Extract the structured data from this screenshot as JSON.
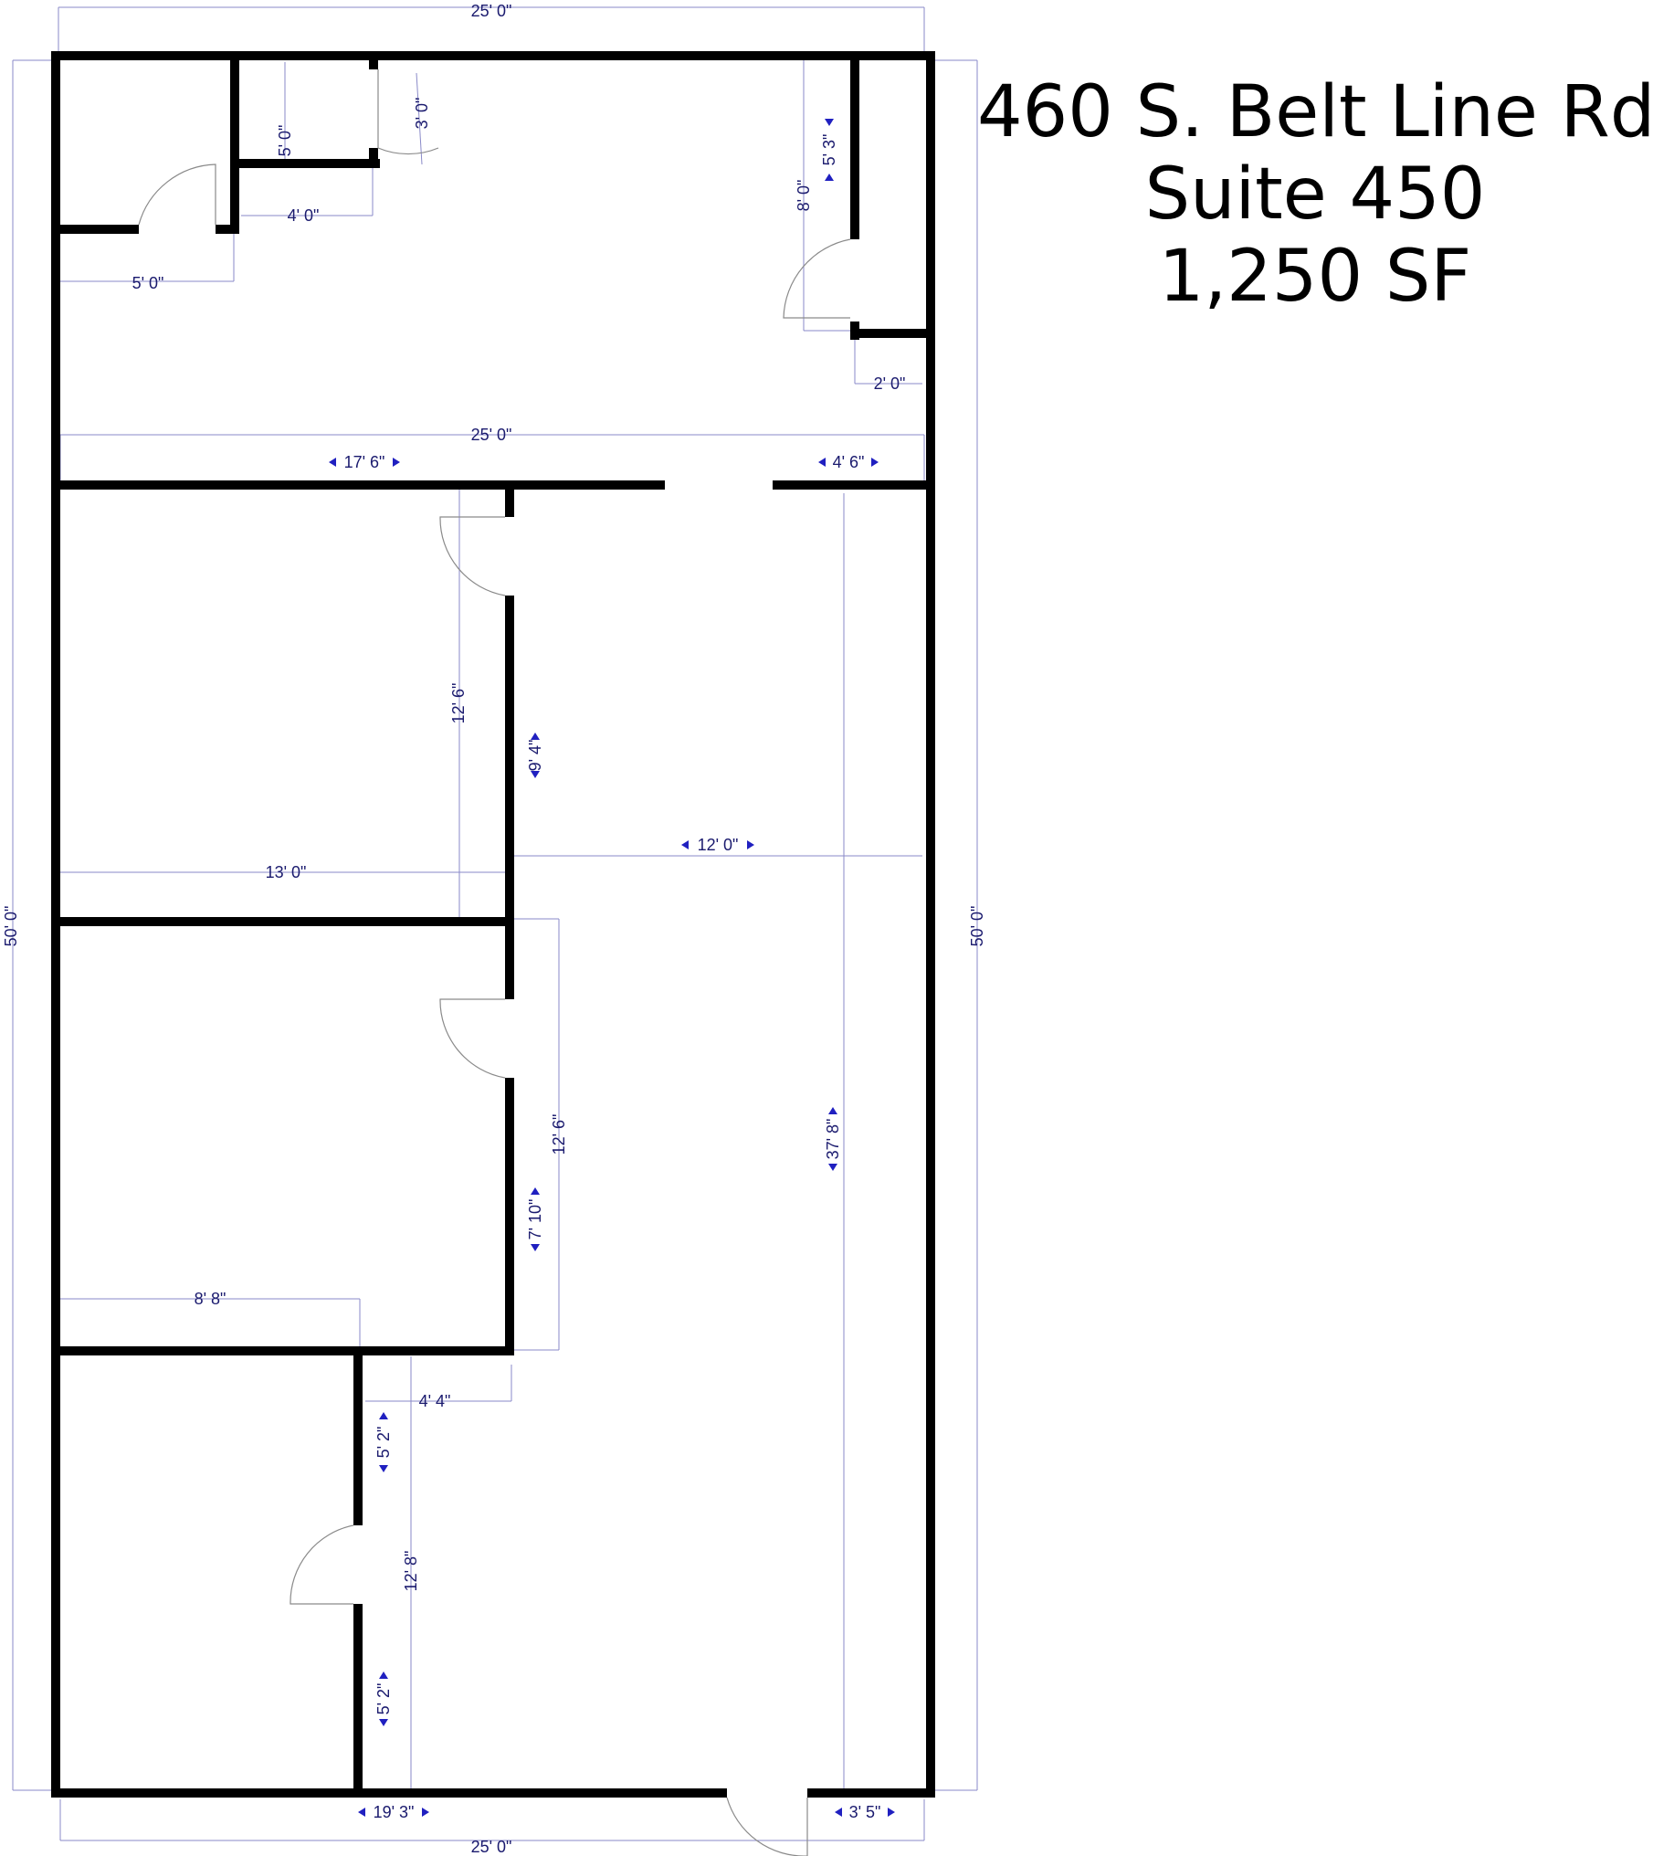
{
  "title": {
    "address": "460 S. Belt Line Rd",
    "suite": "Suite 450",
    "area": "1,250 SF"
  },
  "dimensions": {
    "top_width": "25' 0\"",
    "left_height": "50' 0\"",
    "right_height": "50' 0\"",
    "bottom_width": "25' 0\"",
    "storage_height": "5' 0\"",
    "storage_door": "3' 0\"",
    "storage_width": "4' 0\"",
    "closet_width": "5' 0\"",
    "right_closet_height": "8' 0\"",
    "right_closet_wall": "5' 3\"",
    "right_closet_width": "2' 0\"",
    "upper_room_width": "25' 0\"",
    "wall_left_run": "17' 6\"",
    "wall_right_run": "4' 6\"",
    "office1_height": "12' 6\"",
    "office1_wall": "9' 4\"",
    "office1_width": "13' 0\"",
    "open_width": "12' 0\"",
    "office2_height": "12' 6\"",
    "office2_wall": "7' 10\"",
    "office2_width": "8' 8\"",
    "corridor_length": "37' 8\"",
    "office3_offset": "4' 4\"",
    "office3_wall_top": "5' 2\"",
    "office3_height": "12' 8\"",
    "office3_wall_bottom": "5' 2\"",
    "bottom_left_run": "19' 3\"",
    "bottom_right_run": "3' 5\""
  }
}
